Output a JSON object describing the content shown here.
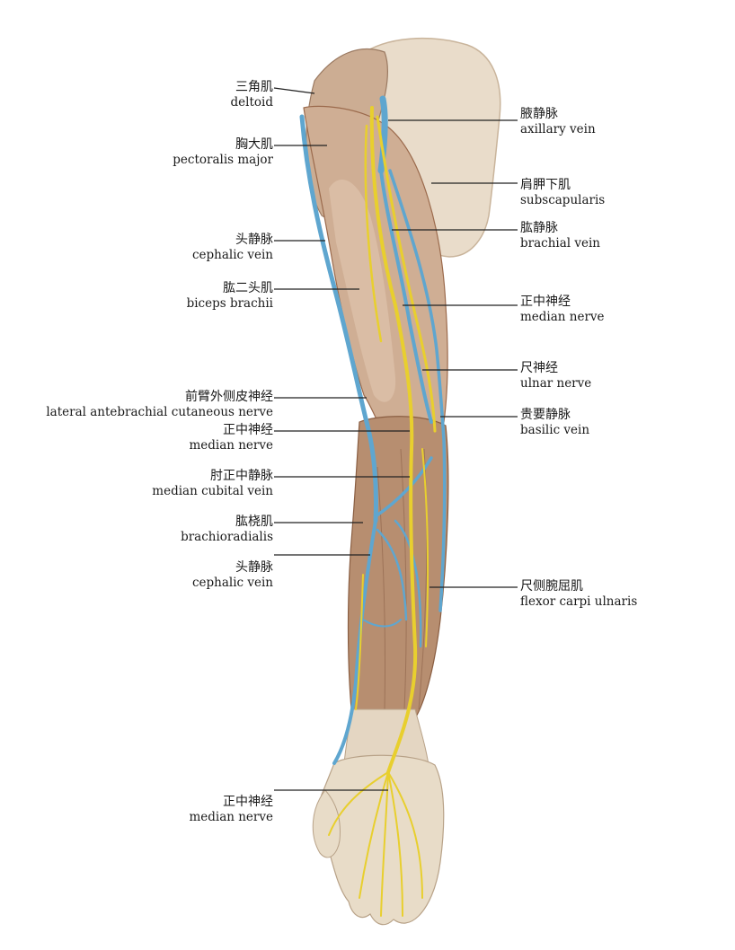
{
  "colors": {
    "muscle": "#c49a7c",
    "muscle_dark": "#9b6a4c",
    "fascia": "#e7d8c5",
    "vein": "#5fa6cf",
    "nerve": "#e8cf2e",
    "leader": "#222222"
  },
  "labels_left": [
    {
      "zh": "三角肌",
      "en": "deltoid"
    },
    {
      "zh": "胸大肌",
      "en": "pectoralis major"
    },
    {
      "zh": "头静脉",
      "en": "cephalic vein"
    },
    {
      "zh": "肱二头肌",
      "en": "biceps brachii"
    },
    {
      "zh": "前臂外侧皮神经",
      "en": "lateral antebrachial cutaneous nerve"
    },
    {
      "zh": "正中神经",
      "en": "median nerve"
    },
    {
      "zh": "肘正中静脉",
      "en": "median cubital vein"
    },
    {
      "zh": "肱桡肌",
      "en": "brachioradialis"
    },
    {
      "zh": "头静脉",
      "en": "cephalic vein"
    },
    {
      "zh": "正中神经",
      "en": "median nerve"
    }
  ],
  "labels_right": [
    {
      "zh": "腋静脉",
      "en": "axillary vein"
    },
    {
      "zh": "肩胛下肌",
      "en": "subscapularis"
    },
    {
      "zh": "肱静脉",
      "en": "brachial vein"
    },
    {
      "zh": "正中神经",
      "en": "median nerve"
    },
    {
      "zh": "尺神经",
      "en": "ulnar nerve"
    },
    {
      "zh": "贵要静脉",
      "en": "basilic vein"
    },
    {
      "zh": "尺侧腕屈肌",
      "en": "flexor carpi ulnaris"
    }
  ]
}
